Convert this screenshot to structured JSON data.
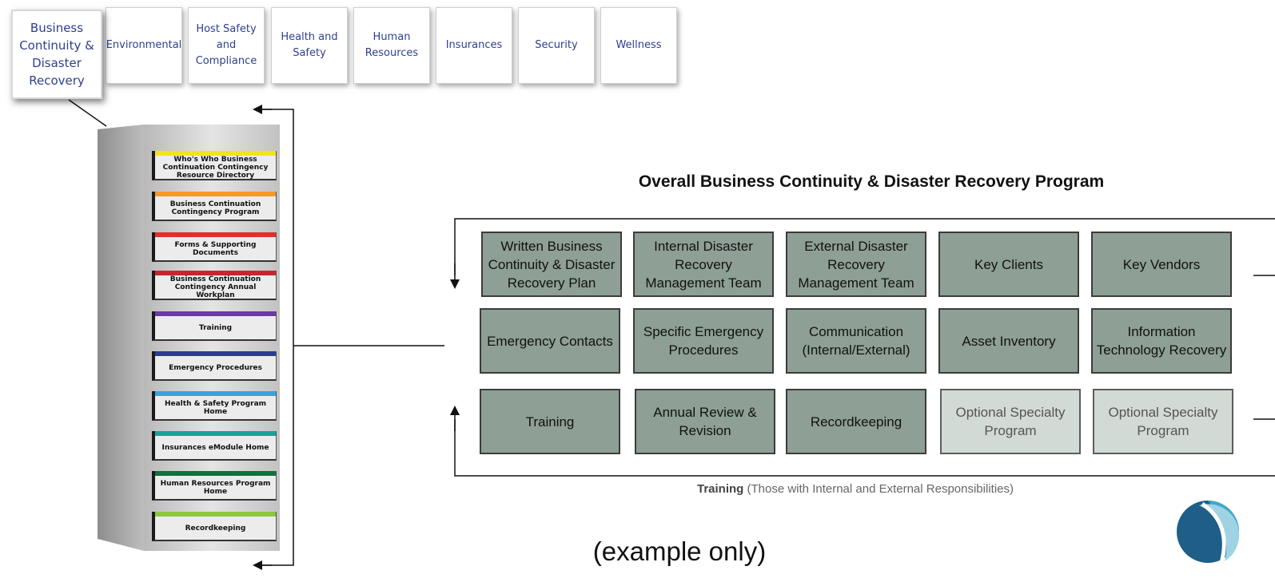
{
  "tabs": [
    {
      "label": "Business Continuity & Disaster Recovery",
      "active": true
    },
    {
      "label": "Environmental"
    },
    {
      "label": "Host Safety and Compliance"
    },
    {
      "label": "Health and Safety"
    },
    {
      "label": "Human Resources"
    },
    {
      "label": "Insurances"
    },
    {
      "label": "Security"
    },
    {
      "label": "Wellness"
    }
  ],
  "cabinet": {
    "drawers": [
      {
        "label": "Who's Who Business Continuation Contingency Resource Directory",
        "color": "#f2e41c"
      },
      {
        "label": "Business Continuation Contingency Program",
        "color": "#f39a2b"
      },
      {
        "label": "Forms & Supporting Documents",
        "color": "#e0302a"
      },
      {
        "label": "Business Continuation Contingency Annual Workplan",
        "color": "#c42730"
      },
      {
        "label": "Training",
        "color": "#6a3aa5"
      },
      {
        "label": "Emergency Procedures",
        "color": "#2b3d93"
      },
      {
        "label": "Health & Safety Program Home",
        "color": "#3aa3df"
      },
      {
        "label": "Insurances eModule Home",
        "color": "#17a39a"
      },
      {
        "label": "Human Resources Program Home",
        "color": "#12703c"
      },
      {
        "label": "Recordkeeping",
        "color": "#8cc63f"
      }
    ]
  },
  "program": {
    "title": "Overall Business Continuity & Disaster Recovery Program",
    "boxes": [
      {
        "label": "Written Business Continuity & Disaster Recovery Plan"
      },
      {
        "label": "Internal Disaster Recovery Management Team"
      },
      {
        "label": "External Disaster Recovery Management Team"
      },
      {
        "label": "Key Clients"
      },
      {
        "label": "Key Vendors"
      },
      {
        "label": "Emergency Contacts"
      },
      {
        "label": "Specific Emergency Procedures"
      },
      {
        "label": "Communication (Internal/External)"
      },
      {
        "label": "Asset Inventory"
      },
      {
        "label": "Information Technology Recovery"
      },
      {
        "label": "Training"
      },
      {
        "label": "Annual Review & Revision"
      },
      {
        "label": "Recordkeeping"
      },
      {
        "label": "Optional Specialty Program",
        "optional": true
      },
      {
        "label": "Optional Specialty Program",
        "optional": true
      }
    ],
    "training_bold": "Training",
    "training_rest": " (Those with Internal and External Responsibilities)"
  },
  "example_note": "(example only)",
  "colors": {
    "box_fill": "#8e9f95",
    "optional_fill": "#d2dad5",
    "tab_text": "#2e3f8f"
  }
}
